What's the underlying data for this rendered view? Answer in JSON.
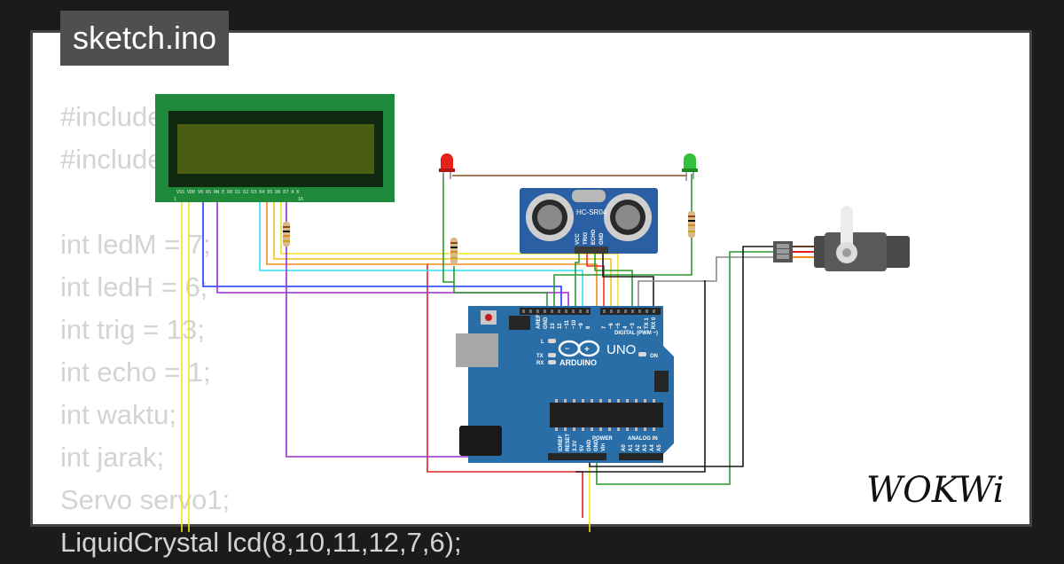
{
  "title": "sketch.ino",
  "code_lines": [
    "#include <Servo.h>",
    "#include <LiquidCrystal.h>",
    "",
    "int ledM = 7;",
    "int ledH = 6;",
    "int trig = 13;",
    "int echo = 1;",
    "int waktu;",
    "int jarak;",
    "Servo servo1;",
    "LiquidCrystal lcd(8,10,11,12,7,6);"
  ],
  "components": {
    "lcd": {
      "pins_label": "VSS VDD V0 RS RW E D0 D1 D2 D3 D4 D5 D6 D7 A K",
      "pin_first": "1",
      "pin_last": "16"
    },
    "ultrasonic": {
      "label": "HC-SR04",
      "pins": [
        "VCC",
        "TRIG",
        "ECHO",
        "GND"
      ]
    },
    "arduino": {
      "brand": "ARDUINO",
      "model": "UNO",
      "digital_label": "DIGITAL (PWM ~)",
      "power_label": "POWER",
      "analog_label": "ANALOG IN",
      "digital_pins": [
        "AREF",
        "GND",
        "13",
        "12",
        "~11",
        "~10",
        "~9",
        "8",
        "7",
        "~6",
        "~5",
        "4",
        "~3",
        "2",
        "TX 1",
        "RX 0"
      ],
      "power_pins": [
        "IOREF",
        "RESET",
        "3.3V",
        "5V",
        "GND",
        "GND",
        "Vin"
      ],
      "analog_pins": [
        "A0",
        "A1",
        "A2",
        "A3",
        "A4",
        "A5"
      ],
      "indicator_L": "L",
      "indicator_TX": "TX",
      "indicator_RX": "RX",
      "indicator_ON": "ON"
    },
    "led_red": {
      "color": "#e5231b"
    },
    "led_green": {
      "color": "#32c13b"
    }
  },
  "logo": "WOKWi",
  "colors": {
    "board": "#2a6ea8",
    "lcd_pcb": "#1f8a3b",
    "lcd_screen": "#4a5d12"
  }
}
